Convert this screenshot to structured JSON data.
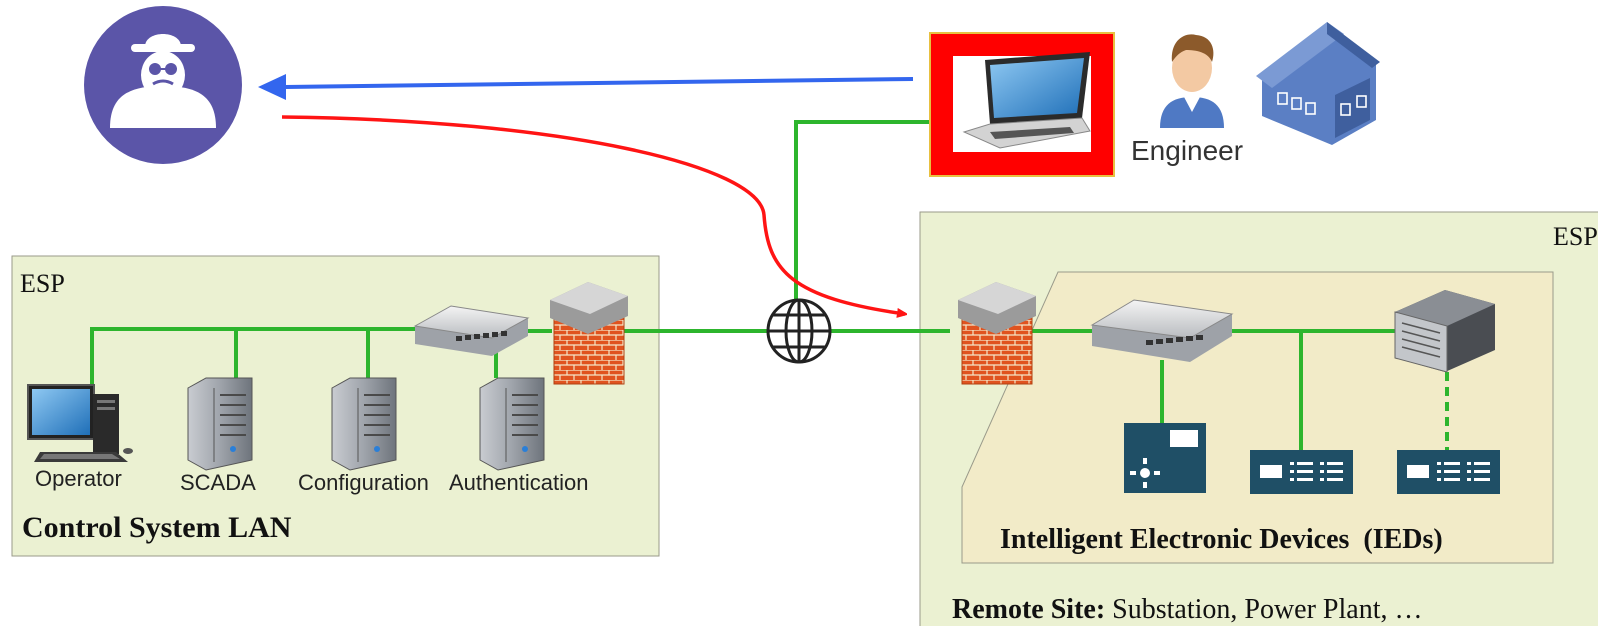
{
  "left_zone": {
    "esp_label": "ESP",
    "title": "Control System LAN",
    "devices": [
      {
        "label": "Operator"
      },
      {
        "label": "SCADA"
      },
      {
        "label": "Configuration"
      },
      {
        "label": "Authentication"
      }
    ]
  },
  "right_zone": {
    "esp_label": "ESP",
    "ied_title": "Intelligent Electronic Devices  (IEDs)",
    "remote_site_bold": "Remote Site:",
    "remote_site_text": " Substation, Power Plant, …"
  },
  "engineer": {
    "label": "Engineer"
  },
  "colors": {
    "network_link": "#2db52d",
    "attack_out": "#ff1414",
    "exfil_in": "#3366ee",
    "attacker_circle": "#5b55a8",
    "zone_fill": "#ebf1d2",
    "ied_zone_fill": "#f2ebc8",
    "compromised_frame": "#ff0000",
    "ied_device": "#1f4f66",
    "house": "#5b7fc4"
  },
  "icons": [
    "attacker-icon",
    "laptop-icon",
    "engineer-icon",
    "house-icon",
    "firewall-icon",
    "switch-icon",
    "globe-icon",
    "workstation-icon",
    "server-icon",
    "rack-server-icon",
    "ied-device-icon"
  ]
}
